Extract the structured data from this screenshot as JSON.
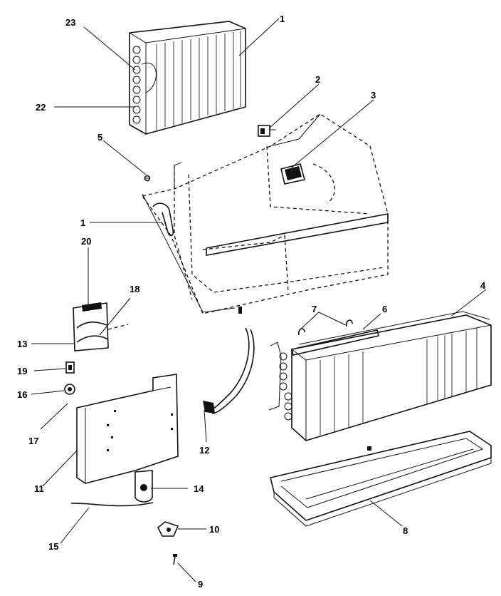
{
  "callouts": {
    "c1a": "1",
    "c1b": "1",
    "c2": "2",
    "c3": "3",
    "c4": "4",
    "c5": "5",
    "c6": "6",
    "c7": "7",
    "c8": "8",
    "c9": "9",
    "c10": "10",
    "c11": "11",
    "c12": "12",
    "c13": "13",
    "c14": "14",
    "c15": "15",
    "c16": "16",
    "c17": "17",
    "c18": "18",
    "c19": "19",
    "c20": "20",
    "c22": "22",
    "c23": "23"
  }
}
